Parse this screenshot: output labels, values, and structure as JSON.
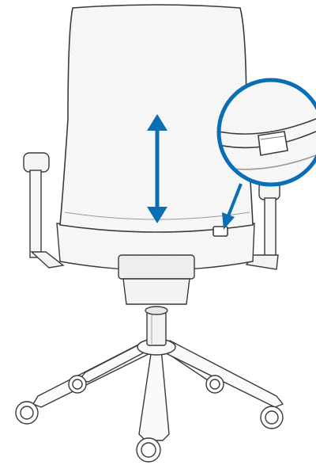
{
  "figure": {
    "subject": "office-chair-rear-view",
    "callouts": [
      {
        "name": "backrest-height-arrow",
        "meaning": "backrest-height-adjustment",
        "icon": "double-headed-vertical-arrow"
      },
      {
        "name": "detail-magnifier",
        "meaning": "height-adjustment-button-closeup",
        "icon": "magnifier-circle"
      }
    ],
    "colors": {
      "accent": "#0a6eb4",
      "line": "#3a3a3a",
      "shade": "#dcdcdc",
      "background": "#ffffff"
    }
  }
}
